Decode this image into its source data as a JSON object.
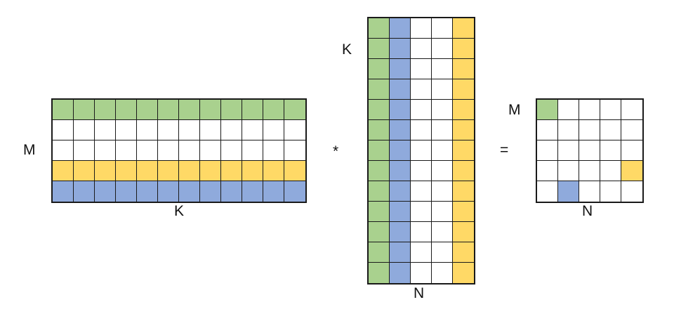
{
  "colors": {
    "green": "#a9d18e",
    "blue": "#8faadc",
    "yellow": "#ffd966",
    "white": "#ffffff",
    "border": "#1a1a1a"
  },
  "operators": {
    "multiply": "*",
    "equals": "="
  },
  "matrices": {
    "a": {
      "row_label": "M",
      "col_label": "K",
      "rows": 5,
      "cols": 12,
      "row_colors": [
        "green",
        "white",
        "white",
        "yellow",
        "blue"
      ]
    },
    "b": {
      "row_label": "K",
      "col_label": "N",
      "rows": 13,
      "cols": 5,
      "col_colors": [
        "green",
        "blue",
        "white",
        "white",
        "yellow"
      ]
    },
    "c": {
      "row_label": "M",
      "col_label": "N",
      "rows": 5,
      "cols": 5,
      "highlighted_cells": [
        {
          "row": 0,
          "col": 0,
          "color": "green"
        },
        {
          "row": 3,
          "col": 4,
          "color": "yellow"
        },
        {
          "row": 4,
          "col": 1,
          "color": "blue"
        }
      ]
    }
  }
}
